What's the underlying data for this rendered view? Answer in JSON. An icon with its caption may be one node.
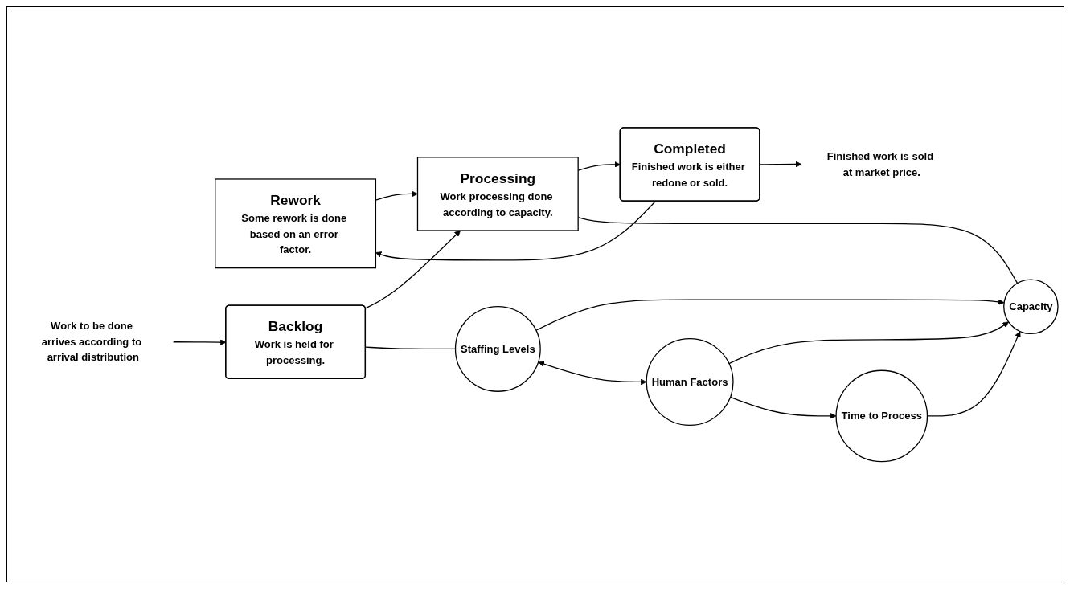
{
  "diagram": {
    "nodes": [
      {
        "text": [
          "Rework",
          "Some rework is done based on an error factor."
        ]
      },
      {
        "text": [
          "Work to be done arrives according to arrival distribution"
        ]
      },
      {
        "text": [
          "Backlog",
          "Work is held for processing."
        ]
      },
      {
        "text": [
          "Processing",
          "Work processing done according to capacity."
        ]
      },
      {
        "text": [
          "Completed",
          "Finished work is either redone or sold."
        ]
      },
      {
        "text": [
          "Finished work is sold at market price."
        ]
      },
      {
        "text": [
          "Staffing Levels"
        ]
      },
      {
        "text": [
          "Capacity"
        ]
      },
      {
        "text": [
          "Human Factors"
        ]
      },
      {
        "text": [
          "Time to Process"
        ]
      }
    ],
    "edges": [
      {
        "from": 1,
        "to": 2,
        "arrow": "to"
      },
      {
        "from": 2,
        "to": 3,
        "arrow": "to"
      },
      {
        "from": 3,
        "to": 4,
        "arrow": "to"
      },
      {
        "from": 4,
        "to": 5,
        "arrow": "to"
      },
      {
        "from": 4,
        "to": 0,
        "arrow": "to"
      },
      {
        "from": 0,
        "to": 3,
        "arrow": "to"
      },
      {
        "from": 2,
        "to": 6,
        "arrow": "none"
      },
      {
        "from": 3,
        "to": 7,
        "arrow": "none"
      },
      {
        "from": 6,
        "to": 7,
        "arrow": "to"
      },
      {
        "from": 6,
        "to": 8,
        "arrow": "both"
      },
      {
        "from": 8,
        "to": 7,
        "arrow": "to"
      },
      {
        "from": 8,
        "to": 9,
        "arrow": "to"
      },
      {
        "from": 9,
        "to": 7,
        "arrow": "to"
      }
    ]
  }
}
